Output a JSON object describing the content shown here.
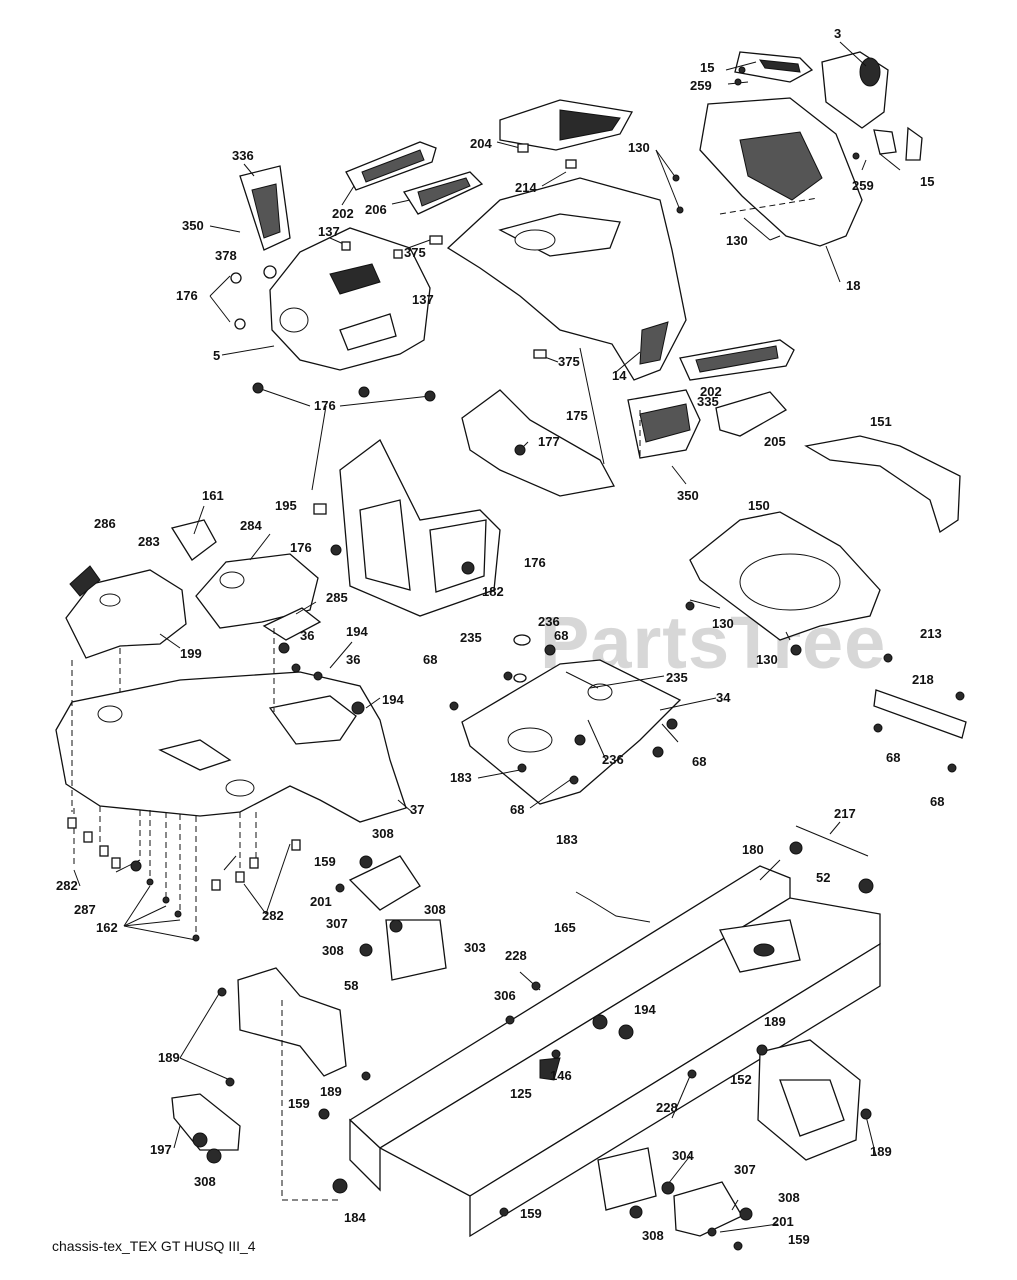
{
  "watermark": "PartsTree",
  "caption": "chassis-tex_TEX GT HUSQ III_4",
  "labels": {
    "l3": "3",
    "l15a": "15",
    "l259a": "259",
    "l130a": "130",
    "l259b": "259",
    "l15b": "15",
    "l204": "204",
    "l214": "214",
    "l202a": "202",
    "l206": "206",
    "l336": "336",
    "l350a": "350",
    "l137a": "137",
    "l375a": "375",
    "l378": "378",
    "l137b": "137",
    "l176a": "176",
    "l5": "5",
    "l130b": "130",
    "l18": "18",
    "l14": "14",
    "l375b": "375",
    "l202b": "202",
    "l335": "335",
    "l176b": "176",
    "l175": "175",
    "l177": "177",
    "l205": "205",
    "l151": "151",
    "l350b": "350",
    "l195": "195",
    "l176c": "176",
    "l176d": "176",
    "l182": "182",
    "l161": "161",
    "l286": "286",
    "l283": "283",
    "l284": "284",
    "l285": "285",
    "l199": "199",
    "l36a": "36",
    "l194a": "194",
    "l36b": "36",
    "l194b": "194",
    "l37": "37",
    "l150": "150",
    "l130c": "130",
    "l130d": "130",
    "l235a": "235",
    "l236a": "236",
    "l68a": "68",
    "l68b": "68",
    "l235b": "235",
    "l34": "34",
    "l183a": "183",
    "l68c": "68",
    "l236b": "236",
    "l68d": "68",
    "l183b": "183",
    "l213": "213",
    "l218": "218",
    "l68e": "68",
    "l68f": "68",
    "l282a": "282",
    "l287": "287",
    "l162": "162",
    "l282b": "282",
    "l308a": "308",
    "l159a": "159",
    "l201a": "201",
    "l307a": "307",
    "l308b": "308",
    "l308c": "308",
    "l303": "303",
    "l180": "180",
    "l217": "217",
    "l52": "52",
    "l165": "165",
    "l228a": "228",
    "l58": "58",
    "l189a": "189",
    "l189b": "189",
    "l306": "306",
    "l194c": "194",
    "l146": "146",
    "l125": "125",
    "l228b": "228",
    "l189c": "189",
    "l152": "152",
    "l189d": "189",
    "l159b": "159",
    "l197": "197",
    "l308d": "308",
    "l184": "184",
    "l159c": "159",
    "l304": "304",
    "l307b": "307",
    "l308e": "308",
    "l308f": "308",
    "l201b": "201",
    "l159d": "159"
  }
}
